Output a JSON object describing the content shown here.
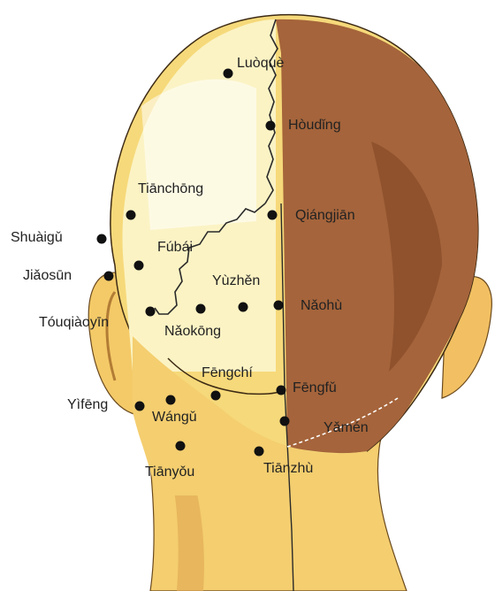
{
  "colors": {
    "skin": "#f4ce6f",
    "skin_light": "#fbf5cd",
    "skin_shadow": "#c9913f",
    "hair": "#a5643b",
    "hair_dark": "#7e4322",
    "meridian_line": "#2a2a2a",
    "point": "#111111",
    "label": "#222222"
  },
  "points": [
    {
      "name": "Luòquè"
    },
    {
      "name": "Hòudǐng"
    },
    {
      "name": "Tiānchōng"
    },
    {
      "name": "Qiángjiān"
    },
    {
      "name": "Shuàigǔ"
    },
    {
      "name": "Fúbái"
    },
    {
      "name": "Jiǎosūn"
    },
    {
      "name": "Yùzhěn"
    },
    {
      "name": "Tóuqiàoyīn"
    },
    {
      "name": "Nǎohù"
    },
    {
      "name": "Nǎokōng"
    },
    {
      "name": "Fēngchí"
    },
    {
      "name": "Fēngfǔ"
    },
    {
      "name": "Yìfēng"
    },
    {
      "name": "Wángǔ"
    },
    {
      "name": "Yǎmén"
    },
    {
      "name": "Tiānyǒu"
    },
    {
      "name": "Tiānzhù"
    }
  ]
}
